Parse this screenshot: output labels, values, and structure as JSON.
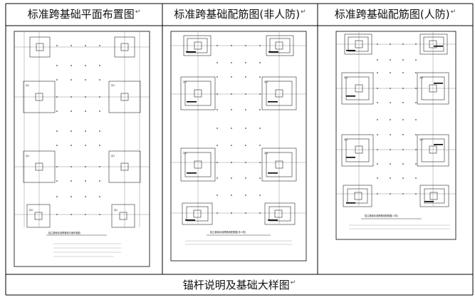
{
  "table": {
    "headers": [
      "标准跨基础平面布置图",
      "标准跨基础配筋图(非人防)",
      "标准跨基础配筋图(人防)"
    ],
    "paragraph_mark": "↵",
    "footer": "锚杆说明及基础大样图",
    "row_mark": "↵"
  },
  "drawings": {
    "plan_label_zj": "ZJ1",
    "plan_label_zj2": "ZJ2",
    "plan1_title": "独立基础标准跨基础平面布置图",
    "plan2_title": "独立基础标准跨基础配筋图(非人防)",
    "plan3_title": "独立基础标准跨基础配筋图(人防)"
  }
}
